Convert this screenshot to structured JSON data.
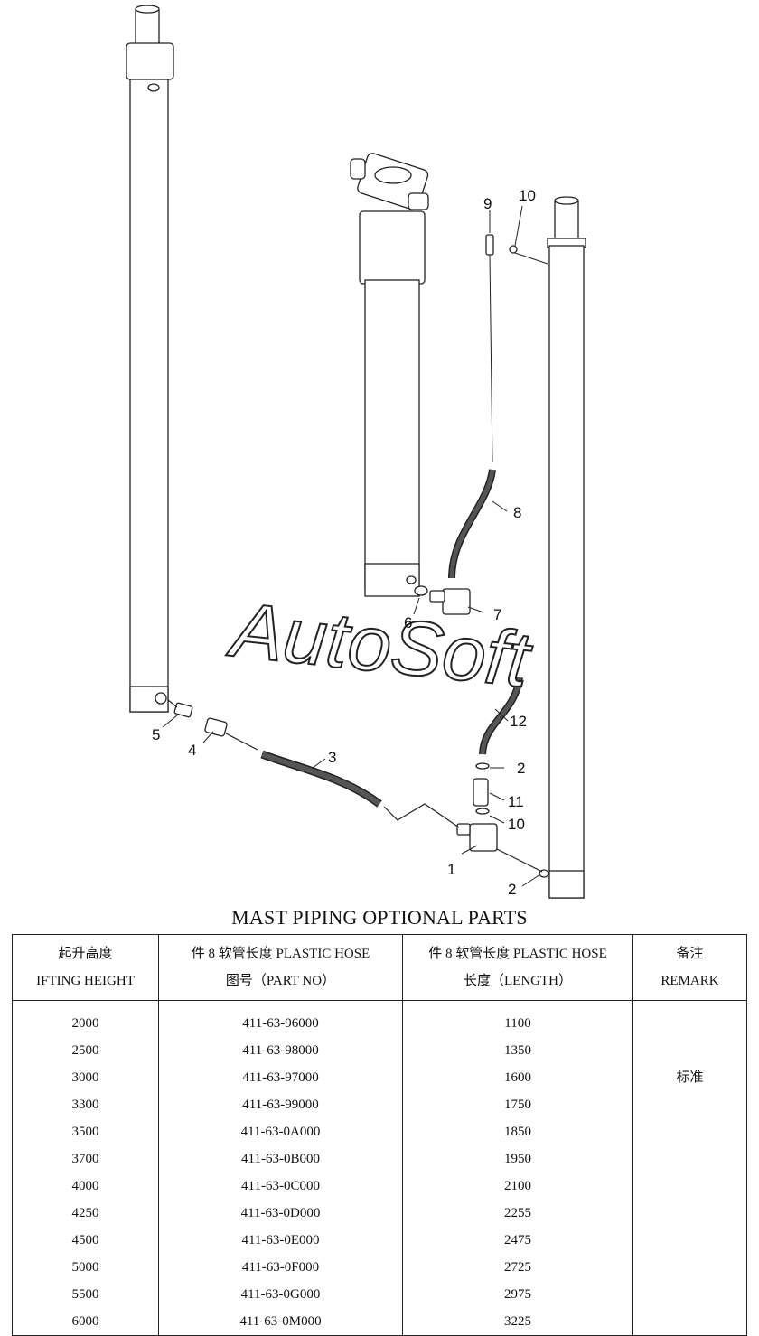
{
  "diagram": {
    "watermark": "AutoSoft",
    "callouts": {
      "c1": "1",
      "c2a": "2",
      "c2b": "2",
      "c3": "3",
      "c4": "4",
      "c5": "5",
      "c6": "6",
      "c7": "7",
      "c8": "8",
      "c9": "9",
      "c10a": "10",
      "c10b": "10",
      "c11": "11",
      "c12": "12"
    }
  },
  "title": "MAST PIPING OPTIONAL PARTS",
  "table": {
    "headers": [
      {
        "line1": "起升高度",
        "line2": "IFTING HEIGHT"
      },
      {
        "line1": "件 8 软管长度 PLASTIC HOSE",
        "line2": "图号（PART NO）"
      },
      {
        "line1": "件 8 软管长度 PLASTIC HOSE",
        "line2": "长度（LENGTH）"
      },
      {
        "line1": "备注",
        "line2": "REMARK"
      }
    ],
    "heights": [
      "2000",
      "2500",
      "3000",
      "3300",
      "3500",
      "3700",
      "4000",
      "4250",
      "4500",
      "5000",
      "5500",
      "6000"
    ],
    "part_nos": [
      "411-63-96000",
      "411-63-98000",
      "411-63-97000",
      "411-63-99000",
      "411-63-0A000",
      "411-63-0B000",
      "411-63-0C000",
      "411-63-0D000",
      "411-63-0E000",
      "411-63-0F000",
      "411-63-0G000",
      "411-63-0M000"
    ],
    "lengths": [
      "1100",
      "1350",
      "1600",
      "1750",
      "1850",
      "1950",
      "2100",
      "2255",
      "2475",
      "2725",
      "2975",
      "3225"
    ],
    "remark": "标准"
  }
}
